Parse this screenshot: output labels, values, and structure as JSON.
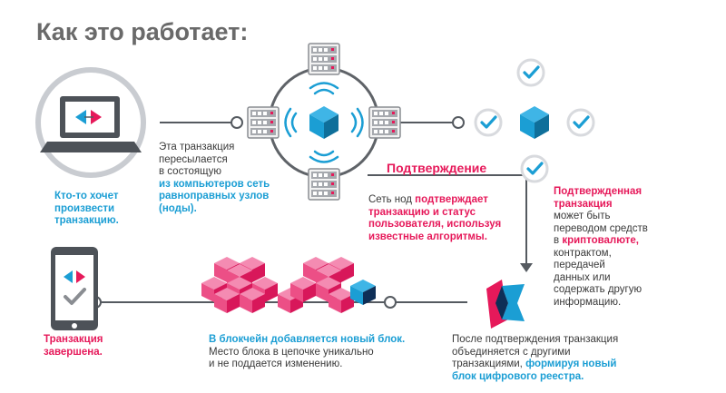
{
  "title": "Как это работает:",
  "confirmation_label": "Подтверждение",
  "step1": {
    "l1": "Кто-то хочет",
    "l2": "произвести",
    "l3": "транзакцию."
  },
  "step2": {
    "l1": "Эта транзакция",
    "l2": "пересылается",
    "l3": "в состоящую",
    "l4": "из компьютеров сеть",
    "l5": "равноправных узлов",
    "l6": "(ноды)."
  },
  "step3": {
    "l1a": "Сеть нод ",
    "l1b": "подтверждает",
    "l2a": "транзакцию и статус",
    "l3a": "пользователя, используя",
    "l4a": "известные алгоритмы."
  },
  "step4": {
    "l1": "Подтвержденная",
    "l2": "транзакция",
    "l3": "может быть",
    "l4": "переводом средств",
    "l5a": "в ",
    "l5b": "криптовалюте,",
    "l6": "контрактом,",
    "l7": "передачей",
    "l8": "данных или",
    "l9": "содержать другую",
    "l10": "информацию."
  },
  "step5": {
    "l1": "После подтверждения транзакция",
    "l2": "объединяется с другими",
    "l3a": "транзакциями, ",
    "l3b": "формируя новый",
    "l4": "блок цифрового реестра."
  },
  "step6": {
    "l1": "В блокчейн добавляется новый блок.",
    "l2": "Место блока в цепочке уникально",
    "l3": "и не поддается изменению."
  },
  "step7": {
    "l1": "Транзакция",
    "l2": "завершена."
  },
  "colors": {
    "pink": "#e6195a",
    "blue": "#1b9ed4",
    "gray": "#6d6e71",
    "light_gray": "#c9ccd1"
  }
}
